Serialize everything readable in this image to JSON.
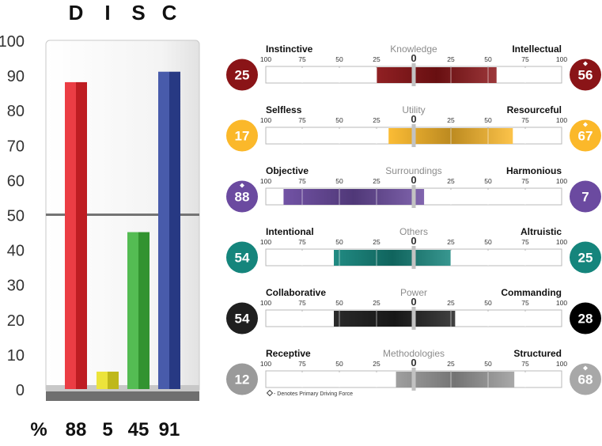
{
  "disc_chart": {
    "type": "bar",
    "categories": [
      "D",
      "I",
      "S",
      "C"
    ],
    "values": [
      88,
      5,
      45,
      91
    ],
    "colors": [
      "#e8232a",
      "#e9e021",
      "#3db33b",
      "#2f45a0"
    ],
    "ylim": [
      0,
      100
    ],
    "yticks": [
      0,
      10,
      20,
      30,
      40,
      50,
      60,
      70,
      80,
      90,
      100
    ],
    "reference_line": 50,
    "percent_label": "%"
  },
  "drivers": {
    "axis_ticks": [
      "100",
      "75",
      "50",
      "25",
      "0",
      "25",
      "50",
      "75",
      "100"
    ],
    "legend_text": " - Denotes Primary Driving Force",
    "rows": [
      {
        "title": "Knowledge",
        "left_label": "Instinctive",
        "right_label": "Intellectual",
        "left_value": 25,
        "right_value": 56,
        "left_primary": false,
        "right_primary": true,
        "color": "#8a1417",
        "right_color": "#8a1417"
      },
      {
        "title": "Utility",
        "left_label": "Selfless",
        "right_label": "Resourceful",
        "left_value": 17,
        "right_value": 67,
        "left_primary": false,
        "right_primary": true,
        "color": "#fbb82a",
        "right_color": "#fbb82a"
      },
      {
        "title": "Surroundings",
        "left_label": "Objective",
        "right_label": "Harmonious",
        "left_value": 88,
        "right_value": 7,
        "left_primary": true,
        "right_primary": false,
        "color": "#6b4aa0",
        "right_color": "#6b4aa0"
      },
      {
        "title": "Others",
        "left_label": "Intentional",
        "right_label": "Altruistic",
        "left_value": 54,
        "right_value": 25,
        "left_primary": false,
        "right_primary": false,
        "color": "#15857c",
        "right_color": "#15857c"
      },
      {
        "title": "Power",
        "left_label": "Collaborative",
        "right_label": "Commanding",
        "left_value": 54,
        "right_value": 28,
        "left_primary": false,
        "right_primary": false,
        "color": "#1f1f1f",
        "right_color": "#000000"
      },
      {
        "title": "Methodologies",
        "left_label": "Receptive",
        "right_label": "Structured",
        "left_value": 12,
        "right_value": 68,
        "left_primary": false,
        "right_primary": true,
        "color": "#9a9a9a",
        "right_color": "#a8a8a8"
      }
    ]
  }
}
